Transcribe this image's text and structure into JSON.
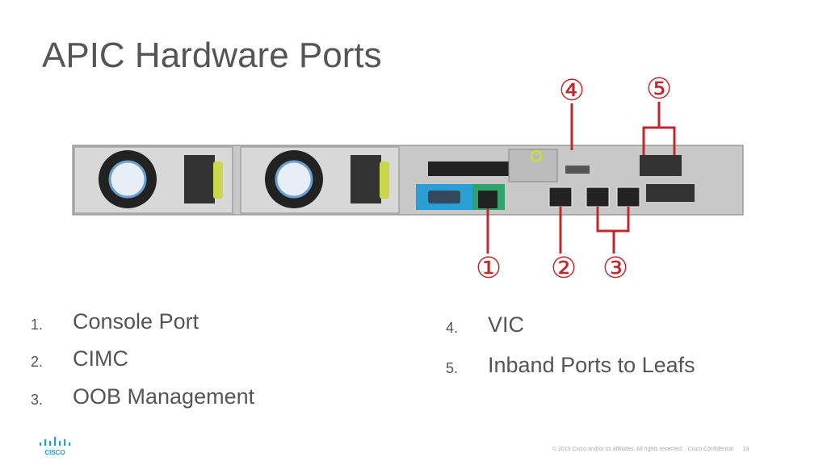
{
  "title": "APIC Hardware Ports",
  "callouts": [
    "①",
    "②",
    "③",
    "④",
    "⑤"
  ],
  "list_left": [
    {
      "num": "1.",
      "label": "Console Port"
    },
    {
      "num": "2.",
      "label": "CIMC"
    },
    {
      "num": "3.",
      "label": "OOB Management"
    }
  ],
  "list_right": [
    {
      "num": "4.",
      "label": "VIC"
    },
    {
      "num": "5.",
      "label": "Inband Ports to Leafs"
    }
  ],
  "footer": "© 2015 Cisco and/or its affiliates. All rights reserved.   Cisco Confidential      19",
  "logo_text": "CISCO",
  "colors": {
    "callout": "#c0282d",
    "console": "#2a9fd6",
    "cimc": "#2fa36b",
    "title": "#555555"
  }
}
